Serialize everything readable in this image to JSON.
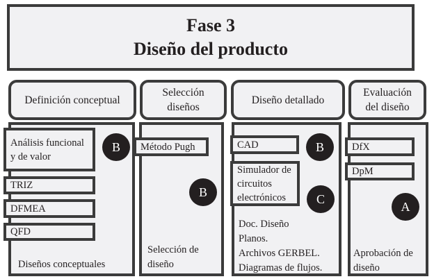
{
  "title": {
    "line1": "Fase 3",
    "line2": "Diseño del producto"
  },
  "columns": [
    {
      "header": "Definición conceptual",
      "items": [
        "Análisis funcional y de valor",
        "TRIZ",
        "DFMEA",
        "QFD"
      ],
      "badge": "B",
      "output": "Diseños conceptuales"
    },
    {
      "header": "Selección diseños",
      "items": [
        "Método Pugh"
      ],
      "badge": "B",
      "output": "Selección de diseño"
    },
    {
      "header": "Diseño detallado",
      "items": [
        "CAD",
        "Simulador de circuitos electrónicos"
      ],
      "badges": [
        "B",
        "C"
      ],
      "output": [
        "Doc. Diseño",
        "Planos.",
        "Archivos GERBEL.",
        "Diagramas de flujos."
      ]
    },
    {
      "header": "Evaluación del diseño",
      "items": [
        "DfX",
        "DpM"
      ],
      "badge": "A",
      "output": "Aprobación de diseño"
    }
  ]
}
